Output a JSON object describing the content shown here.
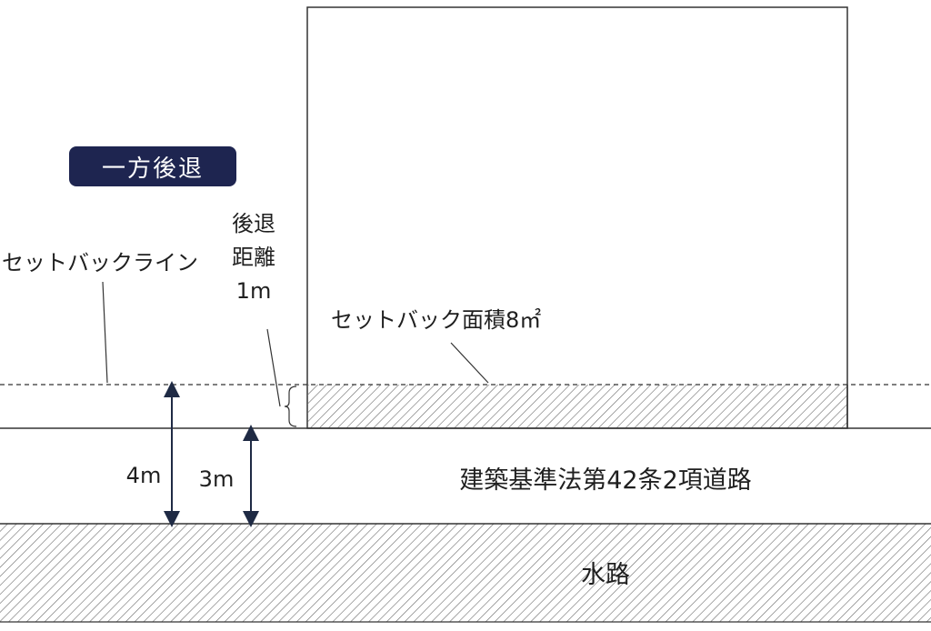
{
  "badge": {
    "text": "一方後退"
  },
  "labels": {
    "setback_line": "セットバックライン",
    "setback_distance_line1": "後退",
    "setback_distance_line2": "距離",
    "setback_distance_value": "1m",
    "setback_area": "セットバック面積8㎡",
    "width_total": "4m",
    "width_current": "3m",
    "road": "建築基準法第42条2項道路",
    "waterway": "水路"
  },
  "colors": {
    "badge_bg": "#1e2550",
    "line": "#333333",
    "hatch": "#555555"
  }
}
